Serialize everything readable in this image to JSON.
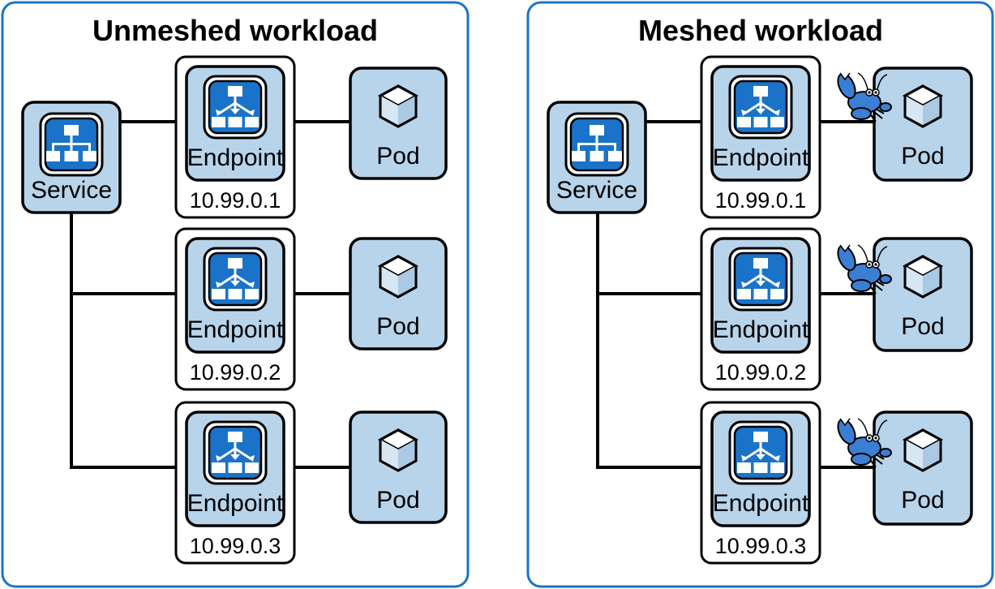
{
  "panels": [
    {
      "title": "Unmeshed workload",
      "service_label": "Service",
      "rows": [
        {
          "endpoint_label": "Endpoint",
          "ip": "10.99.0.1",
          "pod_label": "Pod"
        },
        {
          "endpoint_label": "Endpoint",
          "ip": "10.99.0.2",
          "pod_label": "Pod"
        },
        {
          "endpoint_label": "Endpoint",
          "ip": "10.99.0.3",
          "pod_label": "Pod"
        }
      ],
      "proxy_icon": null
    },
    {
      "title": "Meshed workload",
      "service_label": "Service",
      "rows": [
        {
          "endpoint_label": "Endpoint",
          "ip": "10.99.0.1",
          "pod_label": "Pod"
        },
        {
          "endpoint_label": "Endpoint",
          "ip": "10.99.0.2",
          "pod_label": "Pod"
        },
        {
          "endpoint_label": "Endpoint",
          "ip": "10.99.0.3",
          "pod_label": "Pod"
        }
      ],
      "proxy_icon": "lobster-mascot-icon"
    }
  ],
  "colors": {
    "panel_border": "#1a73c8",
    "node_fill": "#b8d4ea",
    "icon_accent": "#1a73c8"
  }
}
